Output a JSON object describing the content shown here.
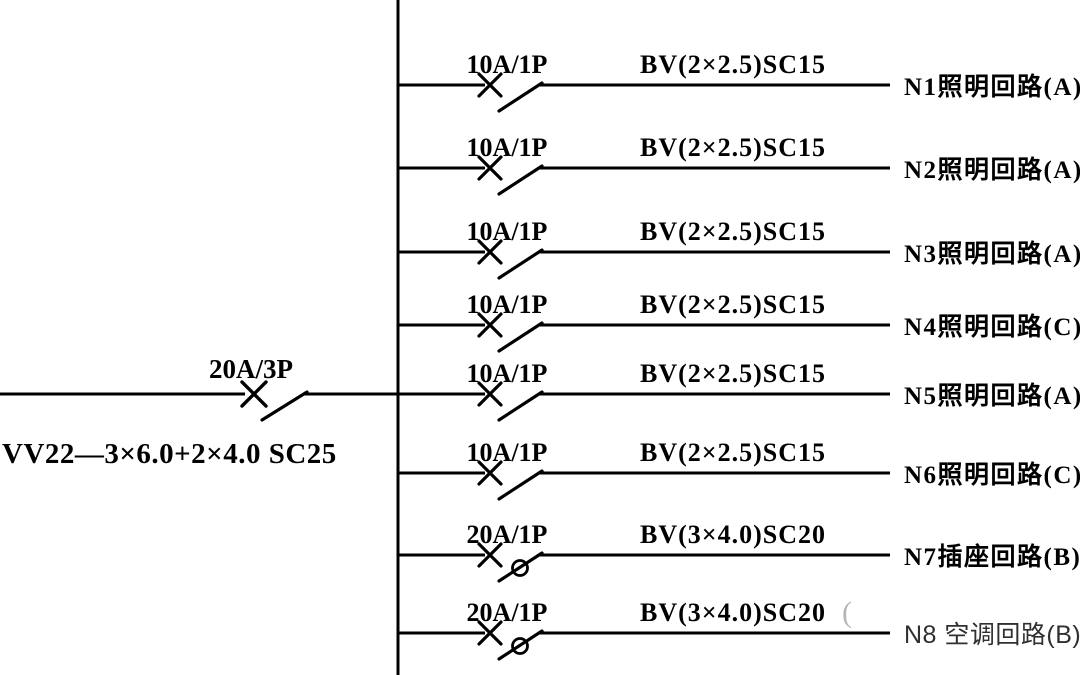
{
  "main_feeder": {
    "breaker_rating": "20A/3P",
    "cable_spec": "VV22—3×6.0+2×4.0 SC25"
  },
  "circuits": [
    {
      "breaker": "10A/1P",
      "cable": "BV(2×2.5)SC15",
      "load": "N1照明回路(A)",
      "rcd_circle": false,
      "label_font": "serif"
    },
    {
      "breaker": "10A/1P",
      "cable": "BV(2×2.5)SC15",
      "load": "N2照明回路(A)",
      "rcd_circle": false,
      "label_font": "serif"
    },
    {
      "breaker": "10A/1P",
      "cable": "BV(2×2.5)SC15",
      "load": "N3照明回路(A)",
      "rcd_circle": false,
      "label_font": "serif"
    },
    {
      "breaker": "10A/1P",
      "cable": "BV(2×2.5)SC15",
      "load": "N4照明回路(C)",
      "rcd_circle": false,
      "label_font": "serif"
    },
    {
      "breaker": "10A/1P",
      "cable": "BV(2×2.5)SC15",
      "load": "N5照明回路(A)",
      "rcd_circle": false,
      "label_font": "serif"
    },
    {
      "breaker": "10A/1P",
      "cable": "BV(2×2.5)SC15",
      "load": "N6照明回路(C)",
      "rcd_circle": false,
      "label_font": "serif"
    },
    {
      "breaker": "20A/1P",
      "cable": "BV(3×4.0)SC20",
      "load": "N7插座回路(B)",
      "rcd_circle": true,
      "label_font": "serif"
    },
    {
      "breaker": "20A/1P",
      "cable": "BV(3×4.0)SC20",
      "load": "N8 空调回路(B)",
      "rcd_circle": true,
      "label_font": "sans"
    }
  ],
  "watermark_artifact": "(",
  "colors": {
    "background": "#ffffff",
    "line": "#000000",
    "text": "#000000",
    "n8_label_text": "#303030",
    "artifact": "#b5b5b5"
  }
}
